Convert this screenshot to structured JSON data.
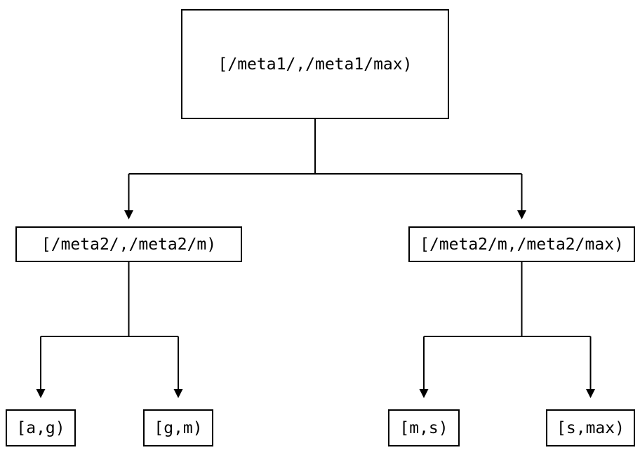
{
  "diagram": {
    "type": "tree",
    "nodes": {
      "root": {
        "label": "[/meta1/,/meta1/max)"
      },
      "meta2_low": {
        "label": "[/meta2/,/meta2/m)"
      },
      "meta2_high": {
        "label": "[/meta2/m,/meta2/max)"
      },
      "leaf_a_g": {
        "label": "[a,g)"
      },
      "leaf_g_m": {
        "label": "[g,m)"
      },
      "leaf_m_s": {
        "label": "[m,s)"
      },
      "leaf_s_max": {
        "label": "[s,max)"
      }
    },
    "edges": [
      {
        "from": "root",
        "to": "meta2_low"
      },
      {
        "from": "root",
        "to": "meta2_high"
      },
      {
        "from": "meta2_low",
        "to": "leaf_a_g"
      },
      {
        "from": "meta2_low",
        "to": "leaf_g_m"
      },
      {
        "from": "meta2_high",
        "to": "leaf_m_s"
      },
      {
        "from": "meta2_high",
        "to": "leaf_s_max"
      }
    ],
    "colors": {
      "line": "#000000",
      "box_border": "#000000",
      "text": "#000000",
      "background": "#ffffff"
    }
  }
}
